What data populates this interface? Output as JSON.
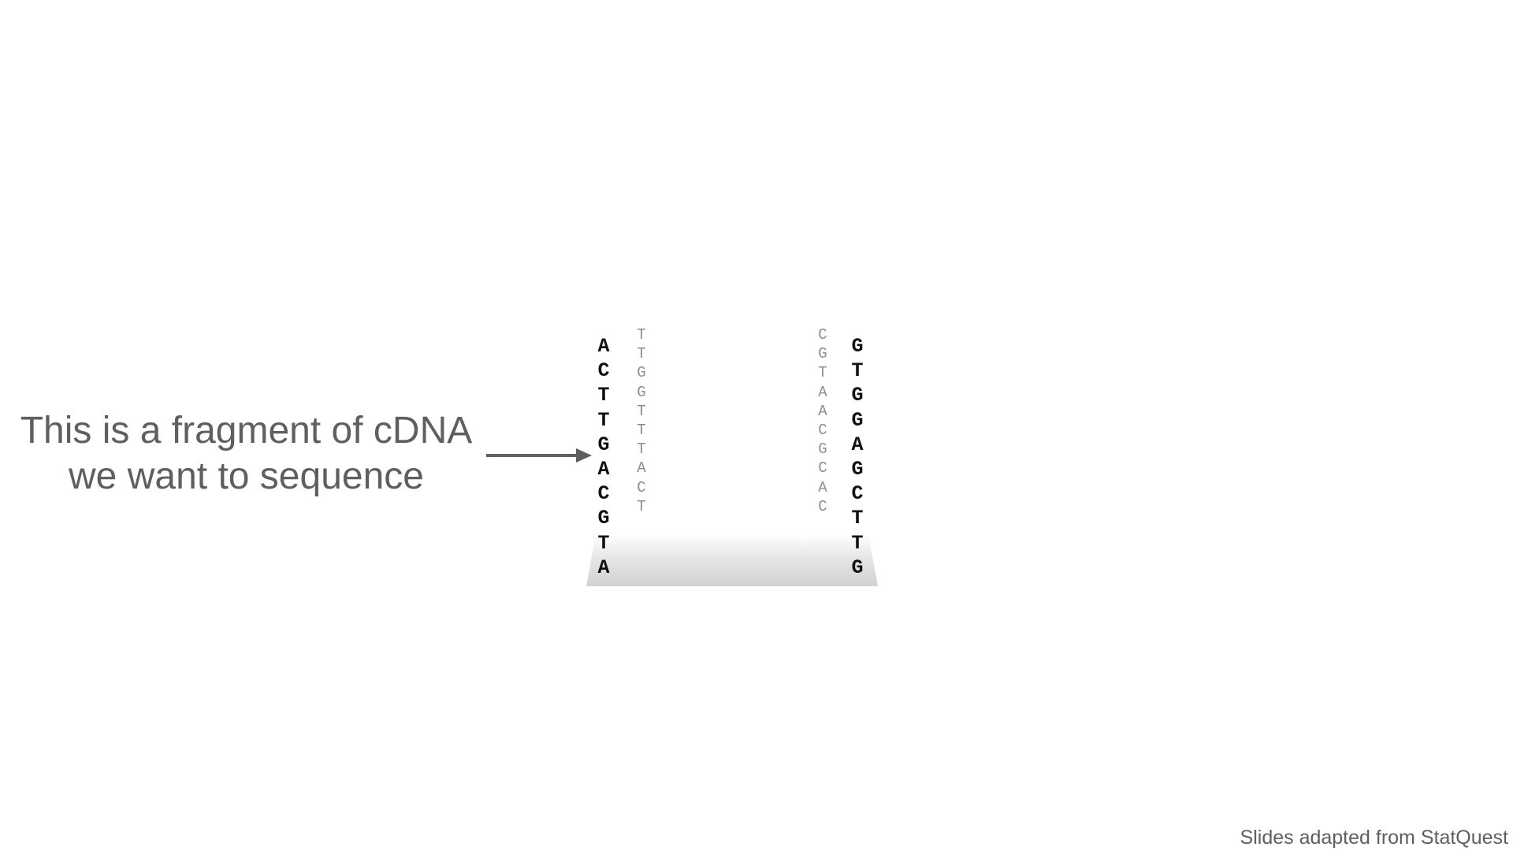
{
  "caption": {
    "line1": "This is a fragment of cDNA",
    "line2": "we want to sequence"
  },
  "left_strand": [
    "A",
    "C",
    "T",
    "T",
    "G",
    "A",
    "C",
    "G",
    "T",
    "A"
  ],
  "left_primer": [
    "T",
    "T",
    "G",
    "G",
    "T",
    "T",
    "T",
    "A",
    "C",
    "T"
  ],
  "right_primer": [
    "C",
    "G",
    "T",
    "A",
    "A",
    "C",
    "G",
    "C",
    "A",
    "C"
  ],
  "right_strand": [
    "G",
    "T",
    "G",
    "G",
    "A",
    "G",
    "C",
    "T",
    "T",
    "G"
  ],
  "credit": "Slides adapted from StatQuest",
  "colors": {
    "text_gray": "#5f5f5f",
    "strand": "#111111",
    "primer": "#8e8e8e",
    "fade": "#d4d4d4"
  }
}
